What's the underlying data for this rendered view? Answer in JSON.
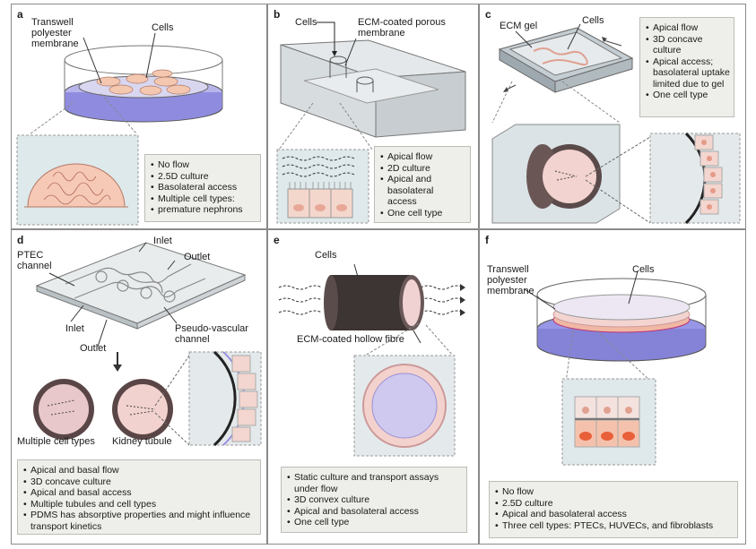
{
  "panels": [
    {
      "letter": "a",
      "labels": {
        "membrane": "Transwell polyester membrane",
        "cells": "Cells"
      },
      "features": [
        "No flow",
        "2.5D culture",
        "Basolateral access",
        "Multiple cell types:",
        "premature nephrons"
      ]
    },
    {
      "letter": "b",
      "labels": {
        "cells": "Cells",
        "membrane": "ECM-coated porous membrane"
      },
      "features": [
        "Apical flow",
        "2D culture",
        "Apical and basolateral access",
        "One cell type"
      ]
    },
    {
      "letter": "c",
      "labels": {
        "gel": "ECM gel",
        "cells": "Cells"
      },
      "features": [
        "Apical flow",
        "3D concave culture",
        "Apical access; basolateral uptake limited due to gel",
        "One cell type"
      ]
    },
    {
      "letter": "d",
      "labels": {
        "inlet_top": "Inlet",
        "ptec": "PTEC channel",
        "outlet_top": "Outlet",
        "inlet_bottom": "Inlet",
        "pseudo": "Pseudo-vascular channel",
        "outlet_bottom": "Outlet",
        "multiple": "Multiple cell types",
        "tubule": "Kidney tubule"
      },
      "features": [
        "Apical and basal flow",
        "3D concave culture",
        "Apical and basal access",
        "Multiple tubules and cell types",
        "PDMS has absorptive properties and might influence transport kinetics"
      ]
    },
    {
      "letter": "e",
      "labels": {
        "cells": "Cells",
        "fibre": "ECM-coated hollow fibre"
      },
      "features": [
        "Static culture and transport assays under flow",
        "3D convex culture",
        "Apical and basolateral access",
        "One cell type"
      ]
    },
    {
      "letter": "f",
      "labels": {
        "membrane": "Transwell polyester membrane",
        "cells": "Cells"
      },
      "features": [
        "No flow",
        "2.5D culture",
        "Apical and basolateral access",
        "Three cell types: PTECs, HUVECs, and fibroblasts"
      ]
    }
  ]
}
